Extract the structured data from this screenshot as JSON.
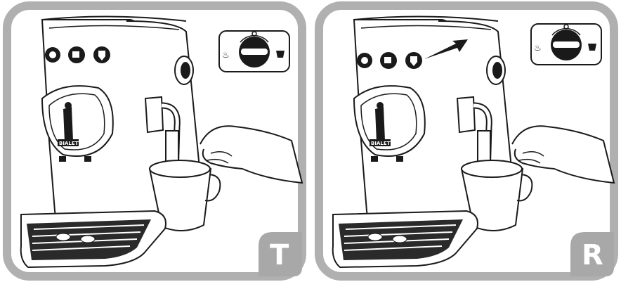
{
  "panels": [
    {
      "id": "left",
      "step_label": "T",
      "brand": "BIALETTI",
      "arrow_visible": false
    },
    {
      "id": "right",
      "step_label": "R",
      "brand": "BIALETTI",
      "arrow_visible": true
    }
  ],
  "colors": {
    "frame": "#b0b0b0",
    "badge": "#a8a8a8",
    "ink": "#1a1a1a",
    "body": "#ffffff"
  },
  "icons": {
    "selector_knob": "steam-selector-knob-icon",
    "steam_symbol": "steam-tap-icon",
    "cup_symbol": "cup-icon",
    "pointer_arrow": "pointer-arrow-icon"
  }
}
